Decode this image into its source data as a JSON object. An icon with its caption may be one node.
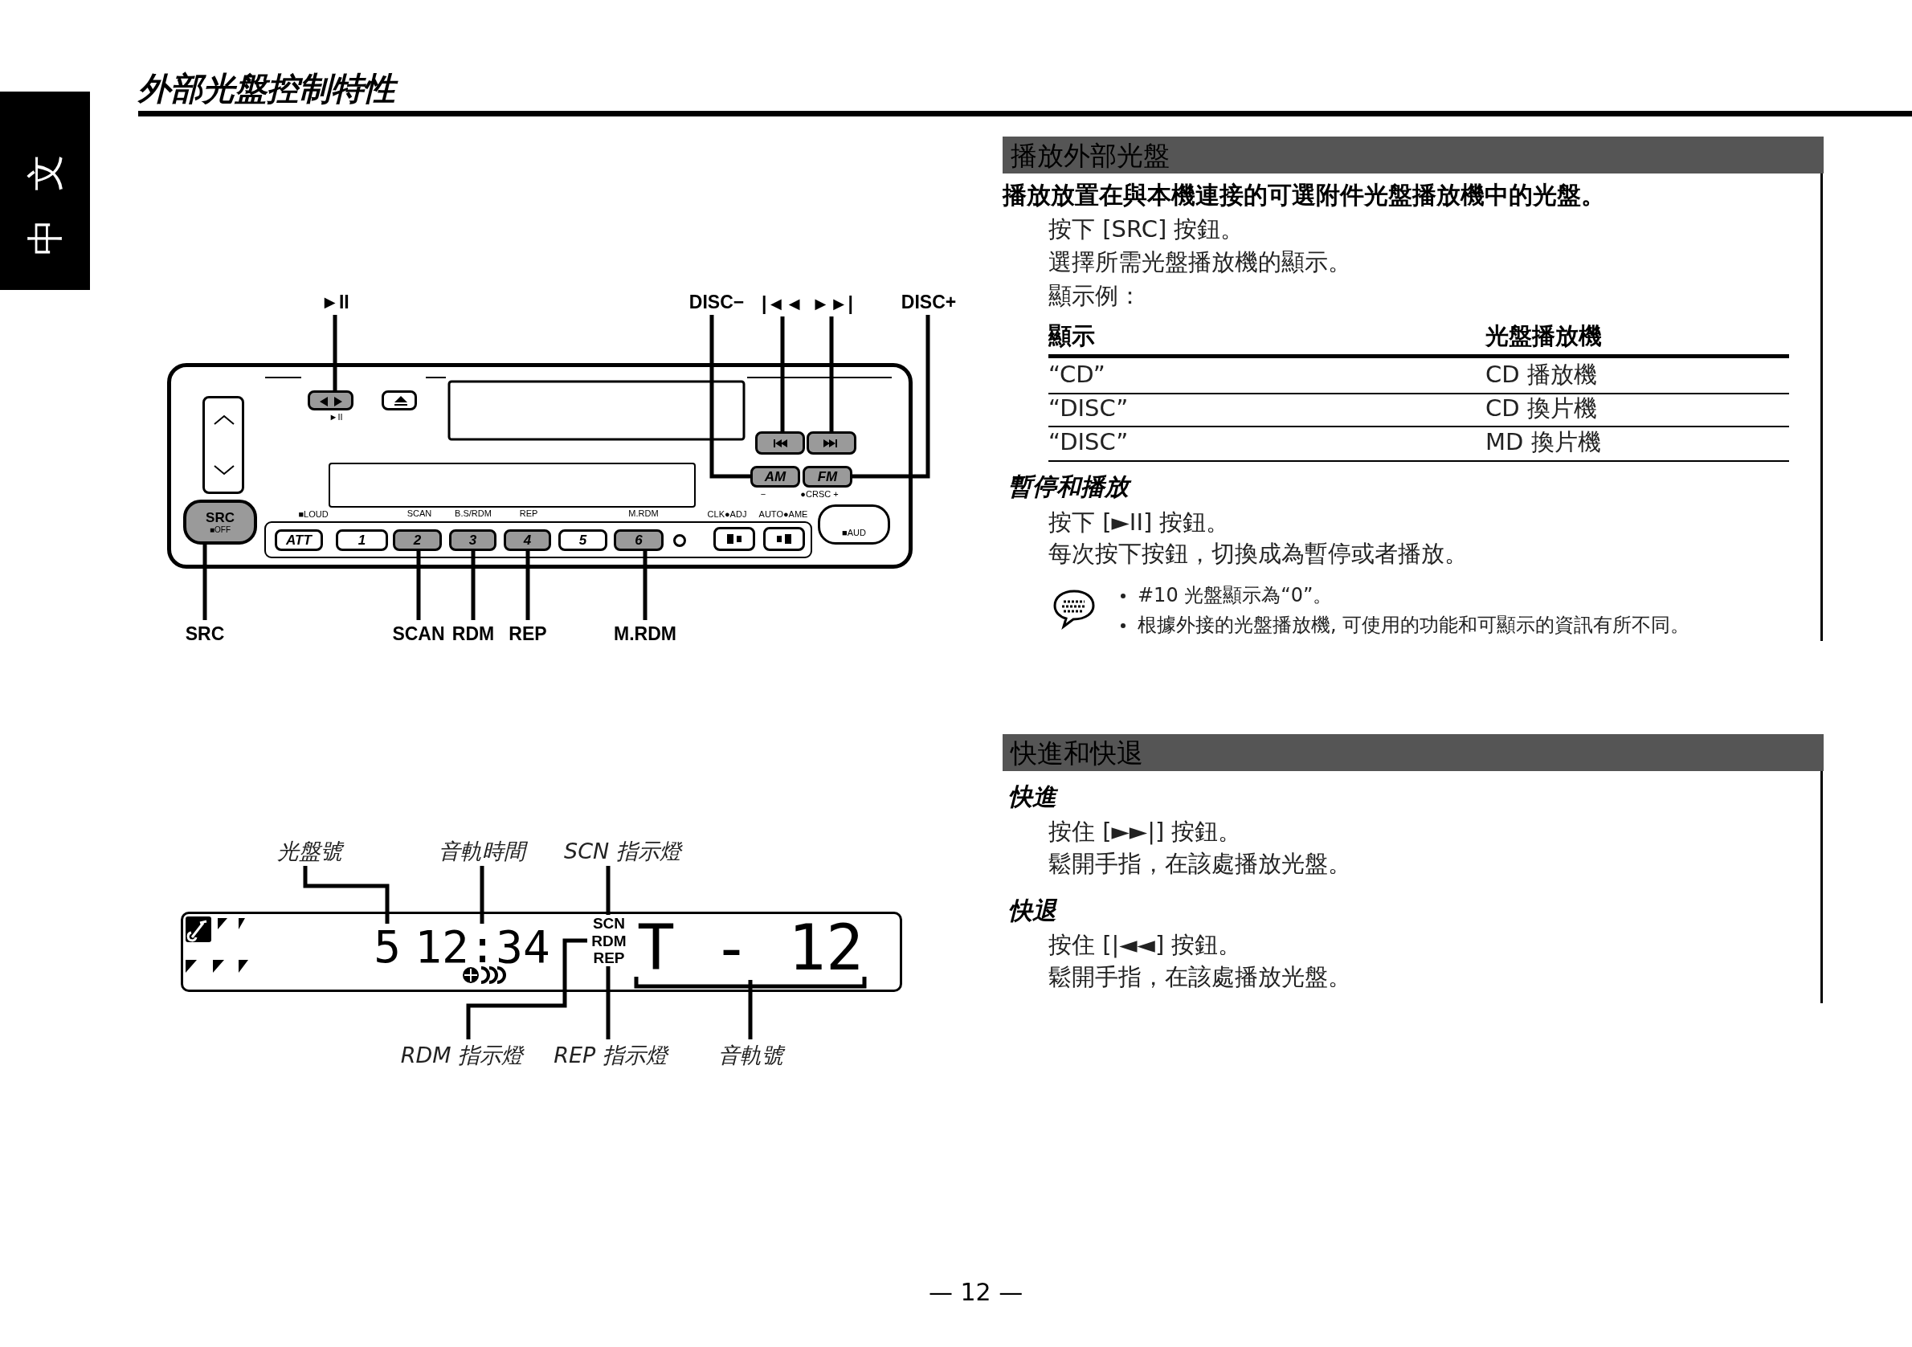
{
  "diagram": {
    "title": "外部光盤控制特性",
    "nodes": [
      {
        "text": [
          "中文"
        ]
      },
      {
        "text": [
          "►II"
        ]
      },
      {
        "text": [
          "DISC−"
        ]
      },
      {
        "text": [
          "|◄◄"
        ]
      },
      {
        "text": [
          "►►|"
        ]
      },
      {
        "text": [
          "DISC+"
        ]
      },
      {
        "text": [],
        "shape": "box"
      },
      {
        "text": [],
        "shape": "box",
        "in": 6,
        "beside": [
          "►II"
        ]
      },
      {
        "text": [],
        "shape": "box",
        "in": 6
      },
      {
        "text": [],
        "shape": "box",
        "in": 6
      },
      {
        "text": [],
        "shape": "box",
        "in": 6
      },
      {
        "text": [],
        "shape": "box",
        "in": 6
      },
      {
        "text": [
          "AM"
        ],
        "in": 6,
        "beside": [
          "−"
        ]
      },
      {
        "text": [
          "FM"
        ],
        "in": 6,
        "beside": [
          "●CRSC +"
        ]
      },
      {
        "text": [
          "SRC",
          "■OFF"
        ],
        "in": 6
      },
      {
        "text": [
          "■AUD"
        ],
        "in": 6
      },
      {
        "text": [
          "ATT"
        ],
        "in": 6
      },
      {
        "text": [
          "1"
        ],
        "in": 6
      },
      {
        "text": [
          "2"
        ],
        "in": 6,
        "beside": [
          "SCAN"
        ]
      },
      {
        "text": [
          "3"
        ],
        "in": 6,
        "beside": [
          "B.S/RDM"
        ]
      },
      {
        "text": [
          "4"
        ],
        "in": 6,
        "beside": [
          "REP"
        ]
      },
      {
        "text": [
          "5"
        ],
        "in": 6
      },
      {
        "text": [
          "6"
        ],
        "in": 6,
        "beside": [
          "M.RDM"
        ]
      },
      {
        "text": [],
        "shape": "circle",
        "in": 6
      },
      {
        "text": [],
        "shape": "box",
        "in": 6
      },
      {
        "text": [],
        "shape": "box",
        "in": 6
      },
      {
        "text": [
          "SRC"
        ]
      },
      {
        "text": [
          "SCAN"
        ]
      },
      {
        "text": [
          "RDM"
        ]
      },
      {
        "text": [
          "REP"
        ]
      },
      {
        "text": [
          "M.RDM"
        ]
      },
      {
        "text": [
          "光盤號"
        ]
      },
      {
        "text": [
          "音軌時間"
        ]
      },
      {
        "text": [
          "SCN 指示燈"
        ]
      },
      {
        "text": [],
        "shape": "box"
      },
      {
        "text": [
          "5"
        ],
        "in": 34
      },
      {
        "text": [
          "12:34"
        ],
        "in": 34
      },
      {
        "text": [
          "SCN"
        ],
        "in": 34
      },
      {
        "text": [
          "RDM"
        ],
        "in": 34
      },
      {
        "text": [
          "REP"
        ],
        "in": 34
      },
      {
        "text": [
          "T - 12"
        ],
        "in": 34
      },
      {
        "text": [
          "RDM 指示燈"
        ]
      },
      {
        "text": [
          "REP 指示燈"
        ]
      },
      {
        "text": [
          "音軌號"
        ]
      },
      {
        "text": [
          "播放外部光盤"
        ]
      },
      {
        "text": [
          "快進和快退"
        ]
      }
    ],
    "edges": [
      {
        "from": 1,
        "to": 7,
        "arrow": "none"
      },
      {
        "from": 2,
        "to": 12,
        "arrow": "none"
      },
      {
        "from": 3,
        "to": 9,
        "arrow": "none"
      },
      {
        "from": 4,
        "to": 10,
        "arrow": "none"
      },
      {
        "from": 5,
        "to": 13,
        "arrow": "none"
      },
      {
        "from": 26,
        "to": 14,
        "arrow": "none"
      },
      {
        "from": 27,
        "to": 18,
        "arrow": "none"
      },
      {
        "from": 28,
        "to": 19,
        "arrow": "none"
      },
      {
        "from": 29,
        "to": 20,
        "arrow": "none"
      },
      {
        "from": 30,
        "to": 22,
        "arrow": "none"
      },
      {
        "from": 31,
        "to": 35,
        "arrow": "none"
      },
      {
        "from": 32,
        "to": 36,
        "arrow": "none"
      },
      {
        "from": 33,
        "to": 37,
        "arrow": "none"
      },
      {
        "from": 41,
        "to": 38,
        "arrow": "none"
      },
      {
        "from": 42,
        "to": 39,
        "arrow": "none"
      },
      {
        "from": 43,
        "to": 40,
        "arrow": "none"
      }
    ],
    "labels": [
      "■LOUD",
      "CLK●ADJ",
      "AUTO●AME",
      "播放放置在與本機連接的可選附件光盤播放機中的光盤。",
      "按下 [SRC] 按鈕。",
      "選擇所需光盤播放機的顯示。",
      "顯示例：",
      "顯示",
      "光盤播放機",
      "“CD”",
      "CD 播放機",
      "“DISC”",
      "CD 換片機",
      "“DISC”",
      "MD 換片機",
      "暫停和播放",
      "按下 [►II] 按鈕。",
      "每次按下按鈕，切換成為暫停或者播放。",
      "#10 光盤顯示為“0”。",
      "根據外接的光盤播放機, 可使用的功能和可顯示的資訊有所不同。",
      "快進",
      "按住 [►►|] 按鈕。",
      "鬆開手指，在該處播放光盤。",
      "快退",
      "按住 [|◄◄] 按鈕。",
      "鬆開手指，在該處播放光盤。",
      "— 12 —"
    ]
  }
}
